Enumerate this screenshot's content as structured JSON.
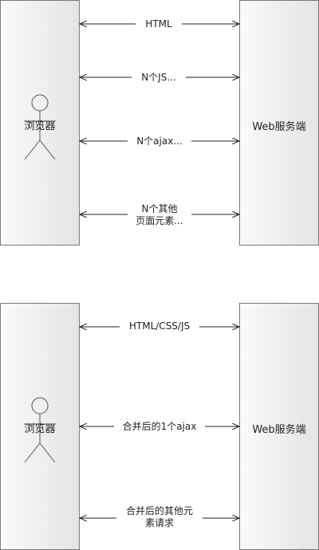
{
  "top": {
    "client_label": "浏览器",
    "server_label": "Web服务端",
    "messages": [
      "HTML",
      "N个JS...",
      "N个ajax...",
      "N个其他\n页面元素..."
    ]
  },
  "bottom": {
    "client_label": "浏览器",
    "server_label": "Web服务端",
    "messages": [
      "HTML/CSS/JS",
      "合并后的1个ajax",
      "合并后的其他元\n素请求"
    ]
  }
}
